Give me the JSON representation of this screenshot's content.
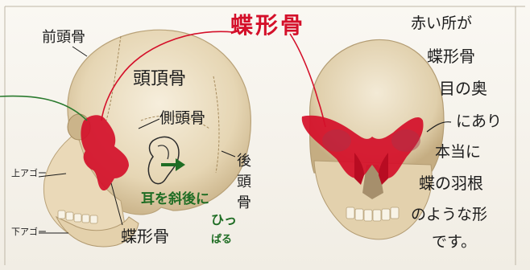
{
  "sketch": {
    "title": "蝶形骨",
    "left_skull": {
      "frontal": "前頭骨",
      "parietal": "頭頂骨",
      "temporal": "側頭骨",
      "occipital_lines": [
        "後",
        "頭",
        "骨"
      ],
      "maxilla": "上アゴー",
      "mandible": "下アゴー",
      "sphenoid": "蝶形骨"
    },
    "ear_note": {
      "line1": "耳を斜後に",
      "line2": "ひっ",
      "line3": "ぱる"
    },
    "right_note": {
      "lines": [
        "赤い所が",
        "蝶形骨",
        "目の奥",
        "にあり",
        "本当に",
        "蝶の羽根",
        "のような形",
        "です。"
      ]
    },
    "colors": {
      "bone": "#e9dcc0",
      "sphenoid_red": "#d4102a",
      "note_green": "#1f6d24",
      "ink": "#1c1c1c"
    }
  }
}
